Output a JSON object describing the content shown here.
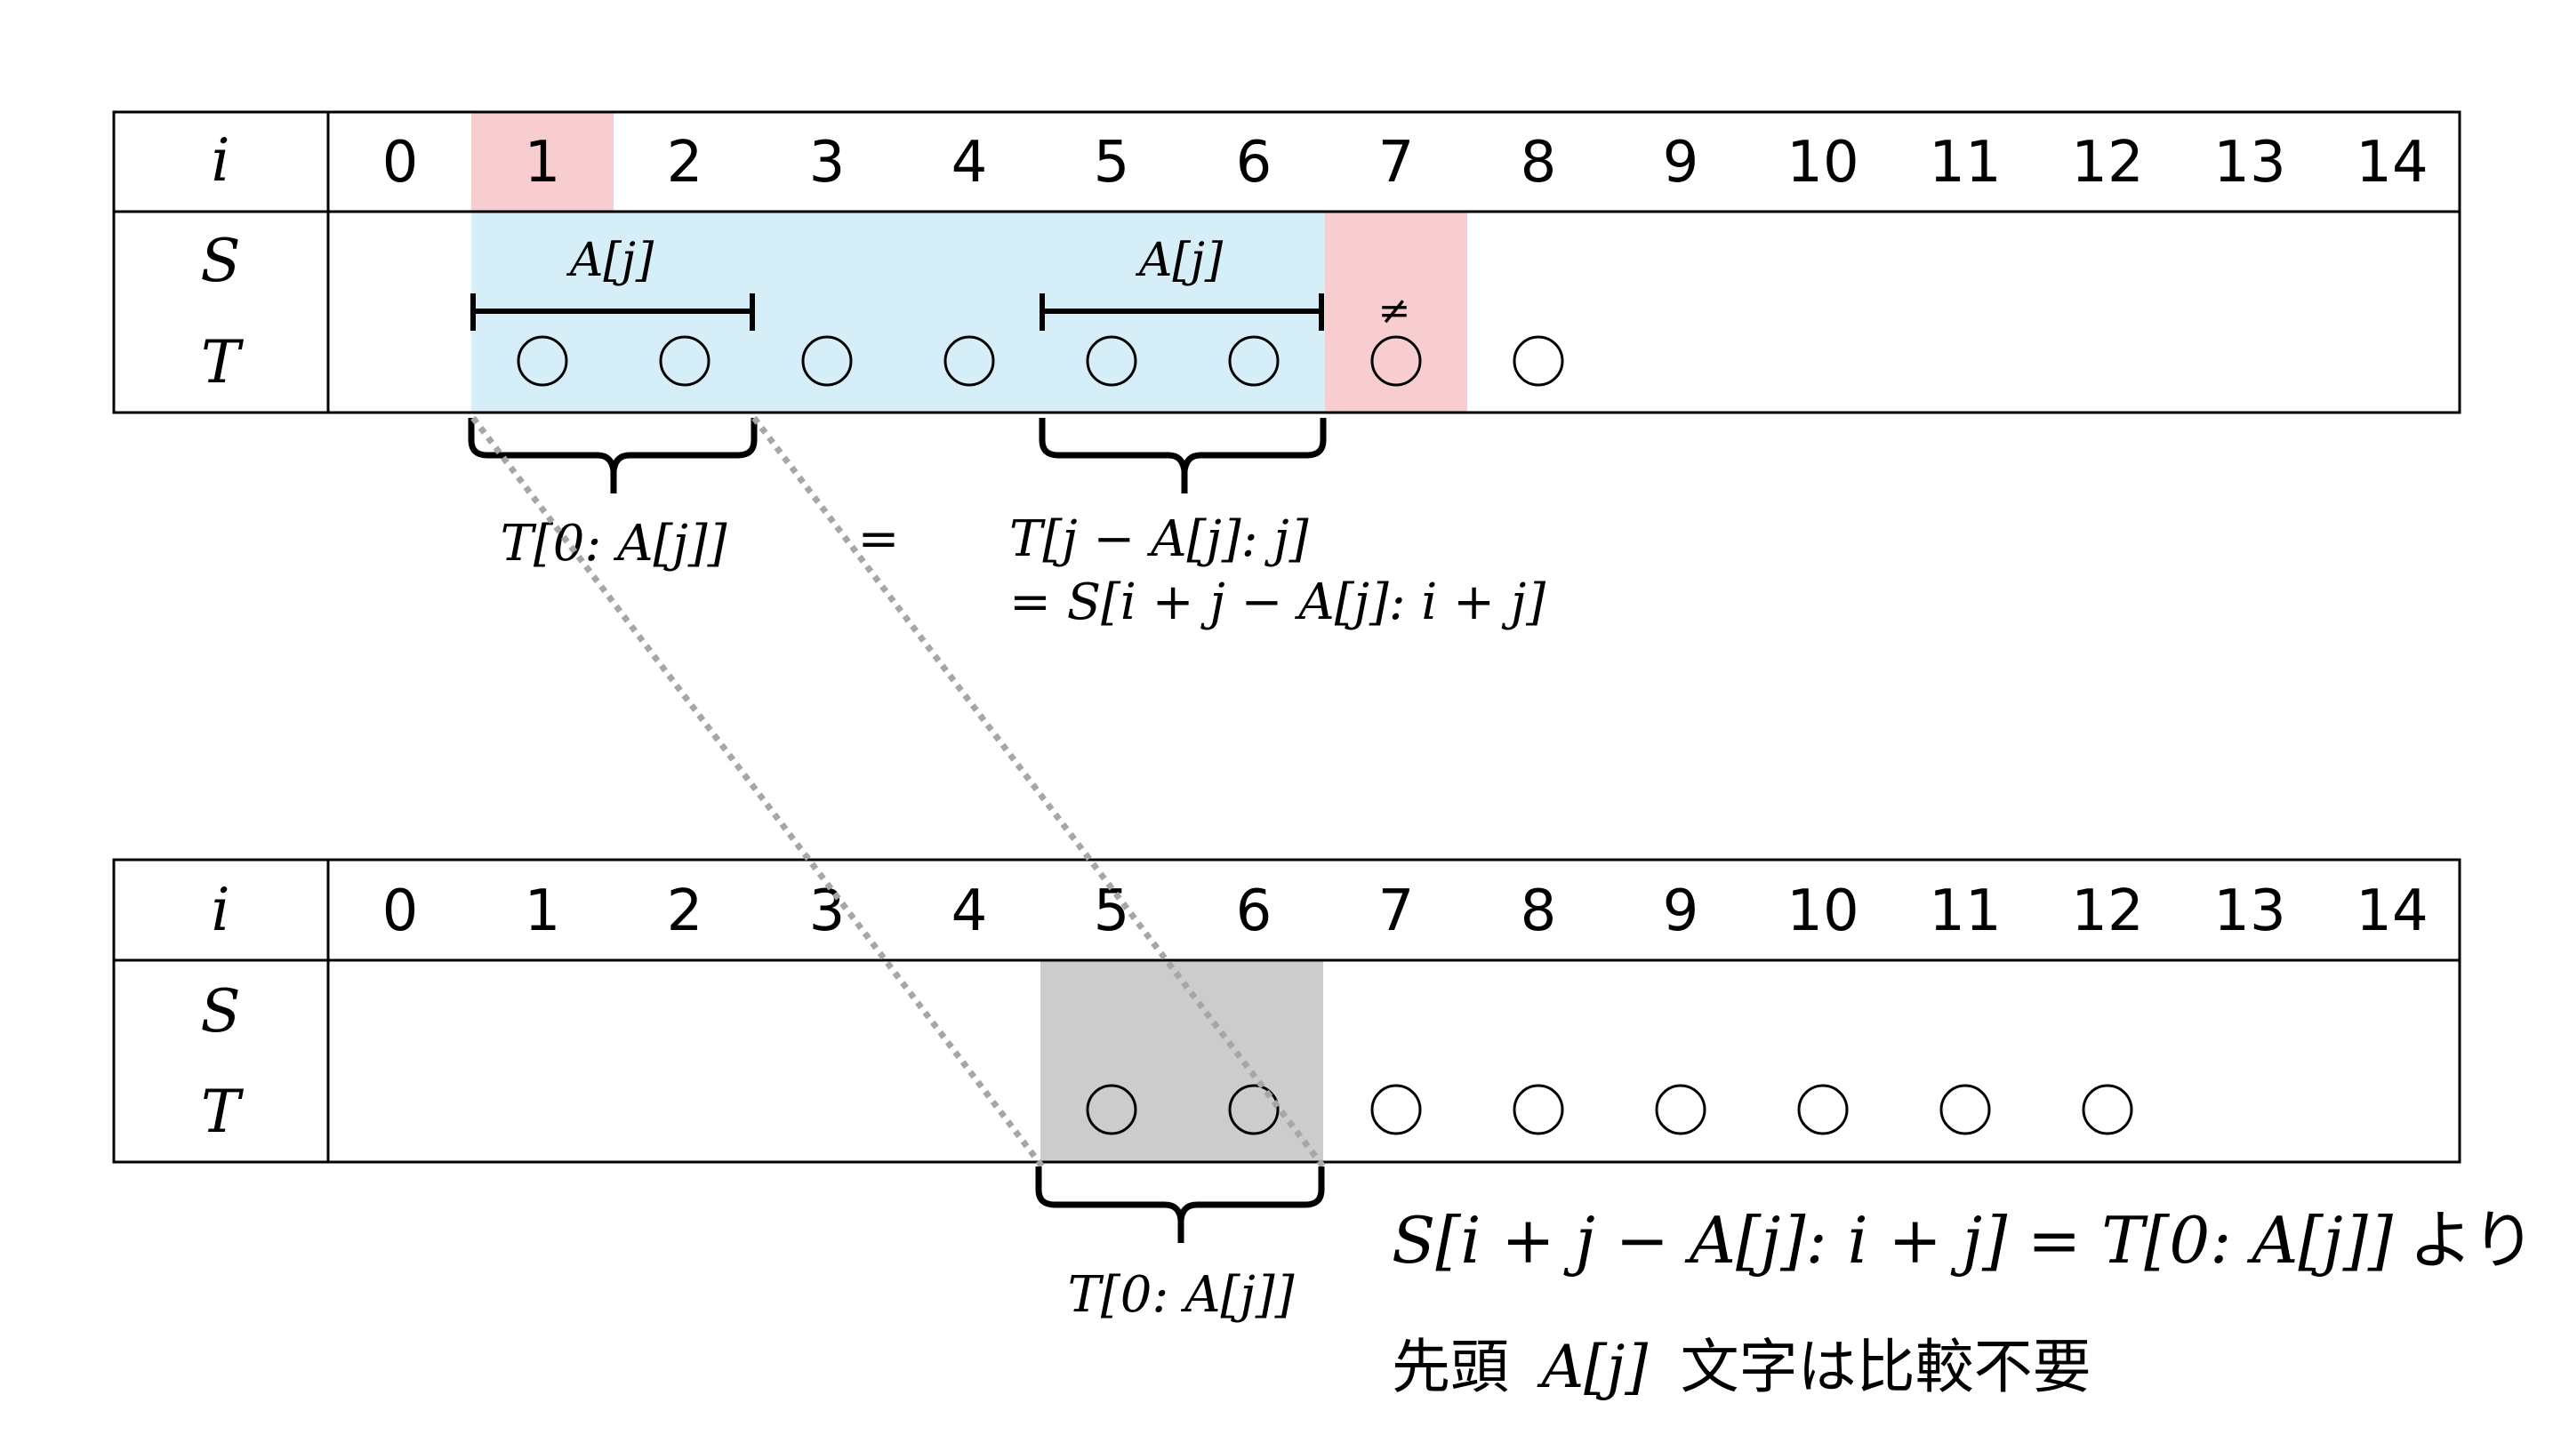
{
  "top_table": {
    "header_label": "i",
    "indices": [
      "0",
      "1",
      "2",
      "3",
      "4",
      "5",
      "6",
      "7",
      "8",
      "9",
      "10",
      "11",
      "12",
      "13",
      "14"
    ],
    "row_s_label": "S",
    "row_t_label": "T",
    "t_marks": [
      "○",
      "○",
      "○",
      "○",
      "○",
      "○",
      "○",
      "○"
    ],
    "highlight_index": "1",
    "mismatch_symbol": "≠",
    "aj_label_left": "A[j]",
    "aj_label_right": "A[j]"
  },
  "brace_left_label": "T[0: A[j]]",
  "equals_label": "=",
  "brace_right_label_1": "T[j − A[j]: j]",
  "brace_right_label_2": "= S[i + j − A[j]: i + j]",
  "bottom_table": {
    "header_label": "i",
    "indices": [
      "0",
      "1",
      "2",
      "3",
      "4",
      "5",
      "6",
      "7",
      "8",
      "9",
      "10",
      "11",
      "12",
      "13",
      "14"
    ],
    "row_s_label": "S",
    "row_t_label": "T",
    "t_marks": [
      "○",
      "○",
      "○",
      "○",
      "○",
      "○",
      "○",
      "○"
    ]
  },
  "bottom_brace_label": "T[0: A[j]]",
  "conclusion_line_1": "S[i + j − A[j]: i + j] = T[0: A[j]]",
  "conclusion_line_1_suffix": "より",
  "conclusion_line_2_prefix": "先頭",
  "conclusion_line_2_var": "A[j]",
  "conclusion_line_2_suffix": "文字は比較不要",
  "colors": {
    "blue_region": "#d6eef8",
    "red_region": "#f8cdd0",
    "gray_region": "#cccccc",
    "line": "#000000",
    "dotted": "#a6a6a6"
  }
}
